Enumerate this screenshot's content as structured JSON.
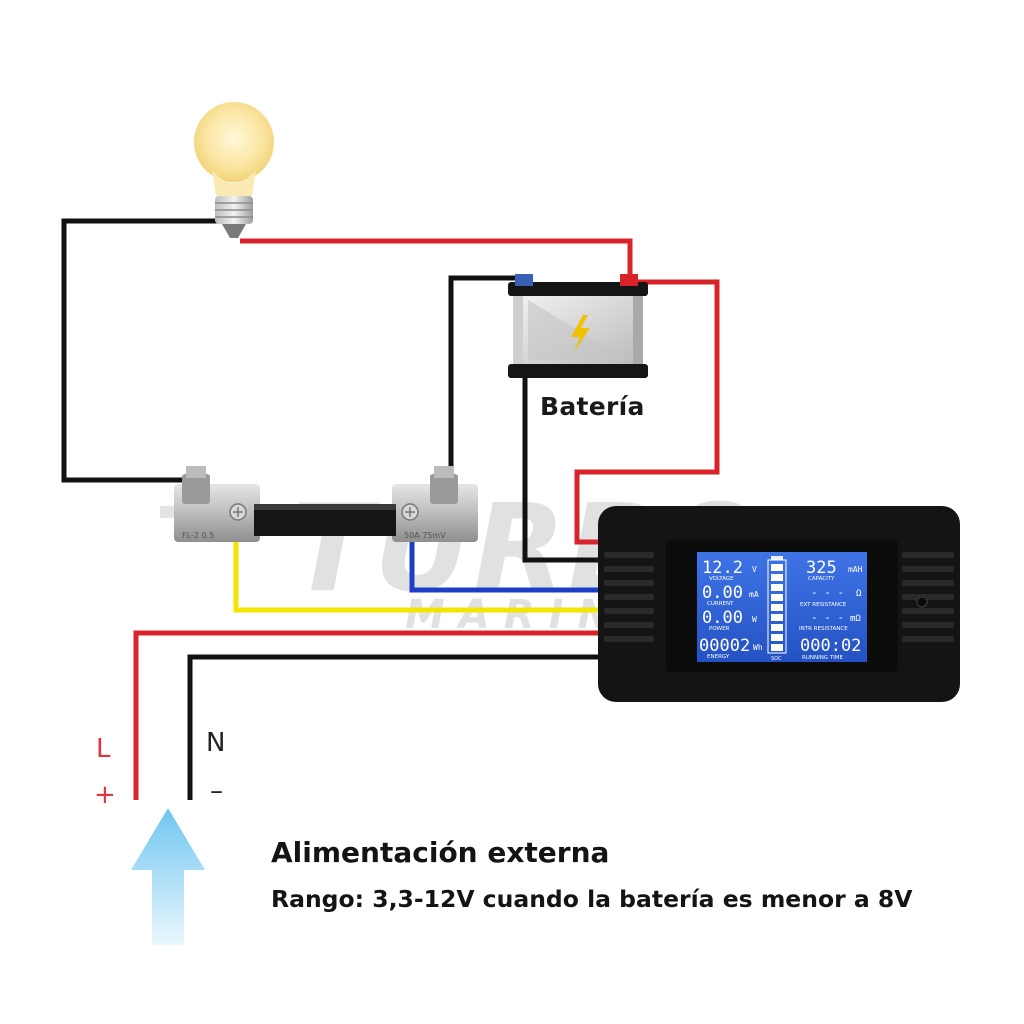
{
  "labels": {
    "battery": "Batería",
    "live": "L",
    "plus": "+",
    "neutral": "N",
    "minus": "–"
  },
  "watermark": [
    "TURBO",
    "MARINE"
  ],
  "meter": {
    "voltage": {
      "value": "12.2",
      "unit": "V",
      "label": "VOLTAGE"
    },
    "current": {
      "value": "0.00",
      "unit": "mA",
      "label": "CURRENT"
    },
    "power": {
      "value": "0.00",
      "unit": "W",
      "label": "POWER"
    },
    "energy": {
      "value": "00002",
      "unit": "Wh",
      "label": "ENERGY"
    },
    "capacity": {
      "value": "325",
      "unit": "mAH",
      "label": "CAPACITY"
    },
    "ext_resistance": {
      "value": "- - -",
      "unit": "Ω",
      "label": "EXT RESISTANCE"
    },
    "intr_resistance": {
      "value": "- - -",
      "unit": "mΩ",
      "label": "INTR RESISTANCE"
    },
    "running_time": {
      "value": "000:02",
      "label": "RUNNING TIME"
    },
    "soc_label": "SOC"
  },
  "shunt": {
    "left_text": "FL-2 0.5",
    "right_text": "50A 75mV"
  },
  "caption": {
    "title": "Alimentación externa",
    "subtitle": "Rango: 3,3-12V cuando la batería es menor a 8V"
  },
  "colors": {
    "red_wire": "#d8232a",
    "black_wire": "#111111",
    "yellow_wire": "#f3e500",
    "blue_wire": "#1d3fc8",
    "lcd_bg": "#2d63d8",
    "arrow": "#7fd0f4"
  }
}
